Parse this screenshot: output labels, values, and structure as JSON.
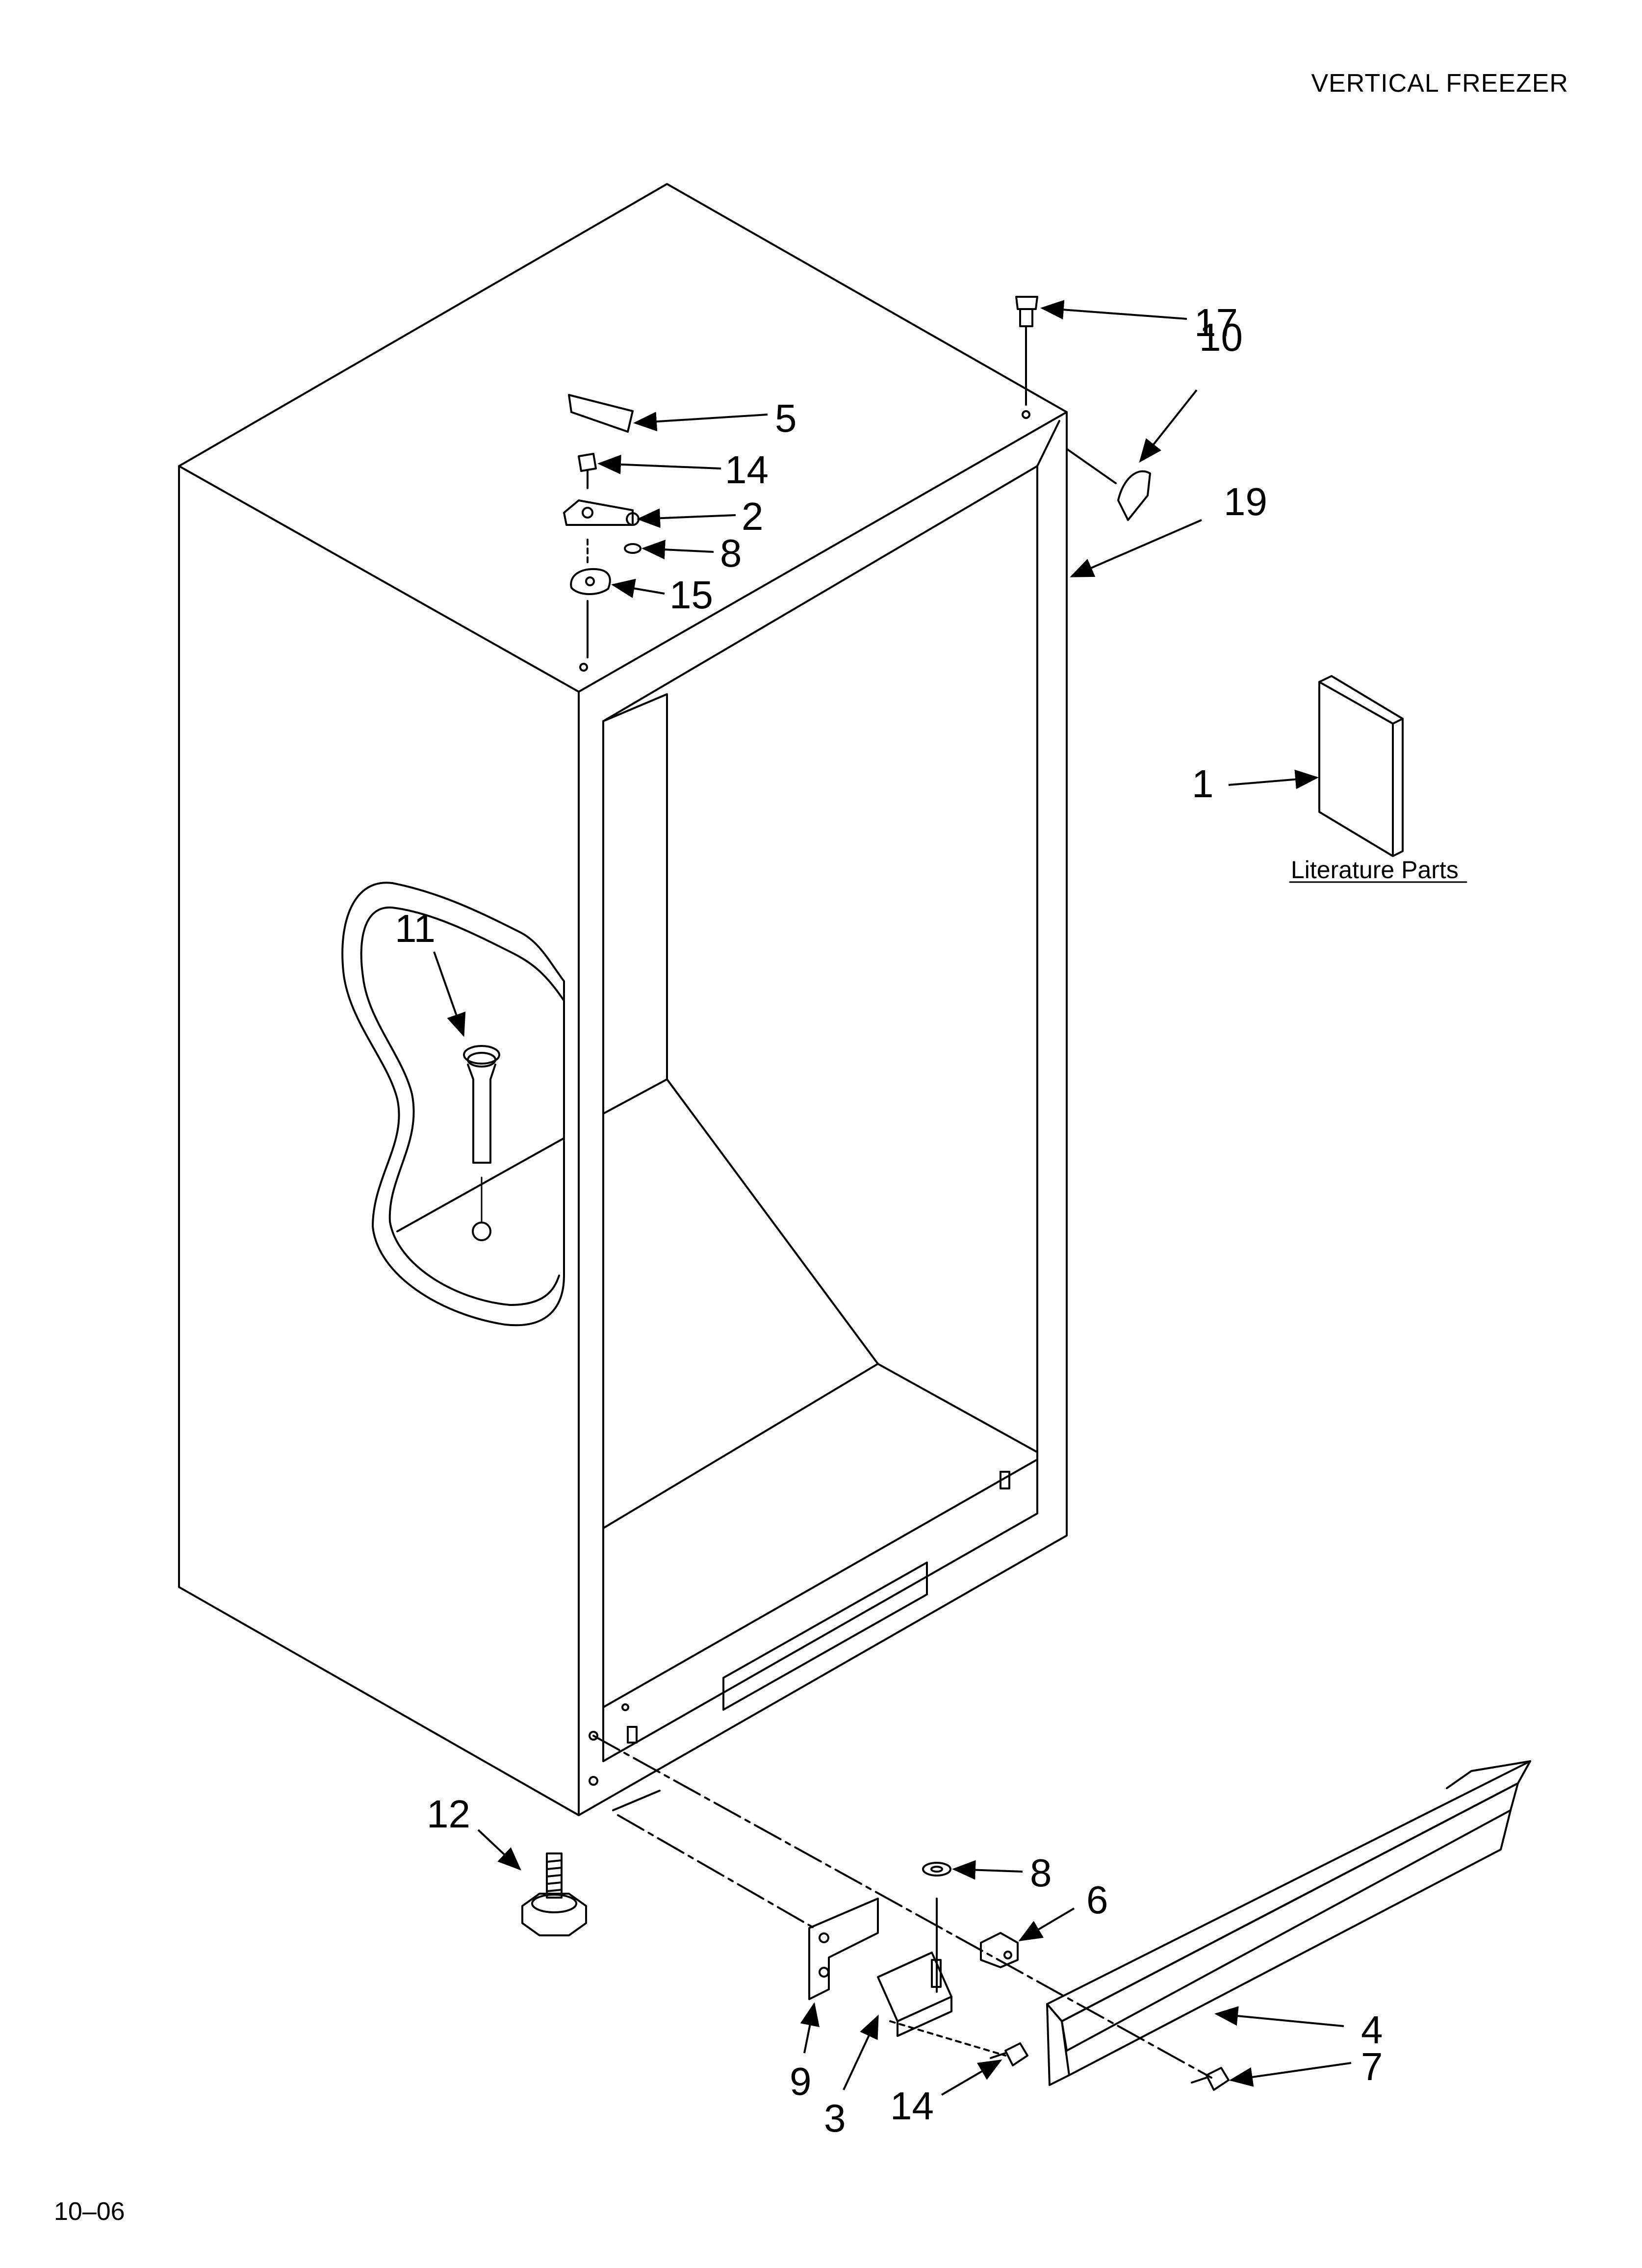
{
  "header": {
    "title": "VERTICAL FREEZER"
  },
  "footer": {
    "page_code": "10–06"
  },
  "literature": {
    "label": "Literature Parts"
  },
  "callouts": [
    {
      "id": "c17",
      "label": "17"
    },
    {
      "id": "c10",
      "label": "10"
    },
    {
      "id": "c5",
      "label": "5"
    },
    {
      "id": "c14a",
      "label": "14"
    },
    {
      "id": "c2",
      "label": "2"
    },
    {
      "id": "c8a",
      "label": "8"
    },
    {
      "id": "c15",
      "label": "15"
    },
    {
      "id": "c19",
      "label": "19"
    },
    {
      "id": "c1",
      "label": "1"
    },
    {
      "id": "c11",
      "label": "11"
    },
    {
      "id": "c12",
      "label": "12"
    },
    {
      "id": "c8b",
      "label": "8"
    },
    {
      "id": "c6",
      "label": "6"
    },
    {
      "id": "c4",
      "label": "4"
    },
    {
      "id": "c7",
      "label": "7"
    },
    {
      "id": "c9",
      "label": "9"
    },
    {
      "id": "c3",
      "label": "3"
    },
    {
      "id": "c14b",
      "label": "14"
    }
  ],
  "colors": {
    "line": "#000000",
    "background": "#ffffff"
  }
}
